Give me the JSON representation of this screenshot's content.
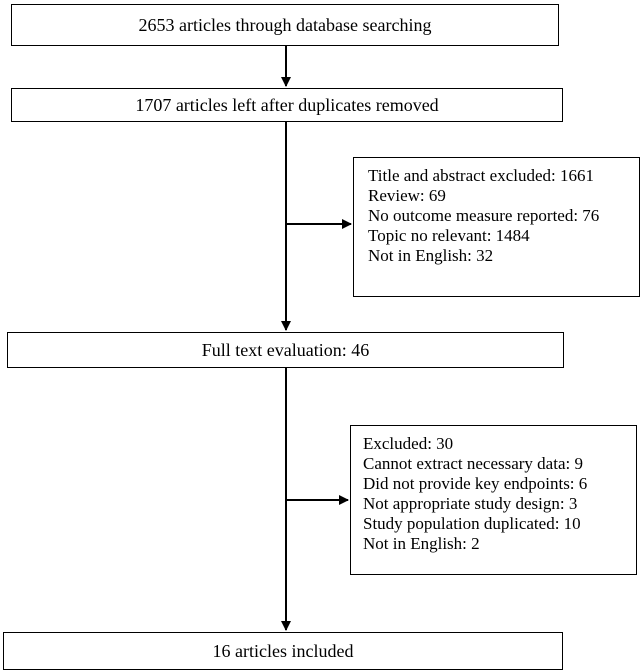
{
  "flowchart": {
    "identification": "2653 articles through database searching",
    "after_duplicates": "1707 articles left after duplicates removed",
    "screening_exclusions": [
      "Title and abstract excluded: 1661",
      "Review: 69",
      "No outcome measure reported: 76",
      "Topic no relevant: 1484",
      "Not in English: 32"
    ],
    "full_text": "Full text evaluation: 46",
    "full_text_exclusions": [
      "Excluded: 30",
      "Cannot extract necessary data: 9",
      "Did not provide key endpoints: 6",
      "Not appropriate study design: 3",
      "Study population duplicated: 10",
      "Not in English: 2"
    ],
    "included": "16 articles included"
  }
}
